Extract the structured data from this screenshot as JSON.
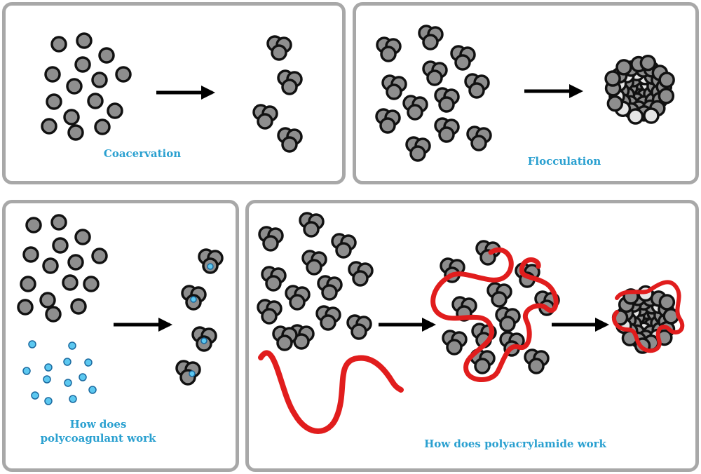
{
  "colors": {
    "label": "#2aa0d0",
    "particle_fill": "#8e8e8e",
    "particle_light": "#e6e6e6",
    "particle_stroke": "#111111",
    "coagulant": "#5cc8f0",
    "polymer": "#e11d1d",
    "arrow": "#000000",
    "panel_border": "#a8a8a8"
  },
  "panels": [
    {
      "id": "coacervation",
      "label": "Coacervation"
    },
    {
      "id": "flocculation",
      "label": "Flocculation"
    },
    {
      "id": "polycoagulant",
      "label_lines": [
        "How does",
        "polycoagulant work"
      ]
    },
    {
      "id": "polyacrylamide",
      "label": "How does polyacrylamide work"
    }
  ]
}
